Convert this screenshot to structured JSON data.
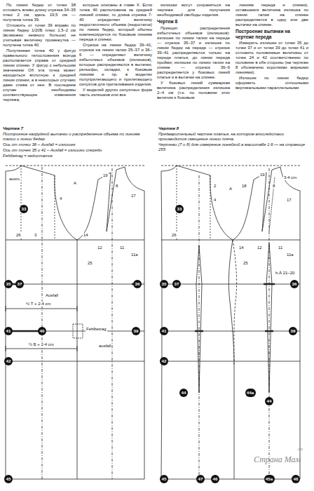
{
  "diagram": {
    "title": "Чертеж 7",
    "nodes": [
      {
        "text": [
          "33"
        ]
      },
      {
        "text": [
          "35"
        ]
      },
      {
        "text": [
          "37"
        ]
      },
      {
        "text": [
          "36"
        ]
      },
      {
        "text": [
          "41"
        ]
      },
      {
        "text": [
          "40"
        ]
      },
      {
        "text": [
          "39"
        ]
      },
      {
        "text": [
          "42"
        ]
      },
      {
        "text": [
          "45"
        ]
      },
      {
        "text": [
          "33"
        ]
      },
      {
        "text": [
          "35"
        ]
      },
      {
        "text": [
          "37"
        ]
      },
      {
        "text": [
          "36"
        ]
      },
      {
        "text": [
          "41"
        ]
      },
      {
        "text": [
          "39"
        ]
      },
      {
        "text": [
          "42"
        ]
      },
      {
        "text": [
          "44"
        ]
      },
      {
        "text": [
          "44a"
        ]
      },
      {
        "text": [
          "44"
        ]
      },
      {
        "text": [
          "45"
        ]
      },
      {
        "text": [
          "47"
        ]
      },
      {
        "text": [
          "46"
        ]
      },
      {
        "text": [
          "45a"
        ]
      },
      {
        "text": [
          "48"
        ]
      }
    ],
    "labels": [
      "По линии бедер от точки 38 отложить влево длину отрезка 34–35 плюс 2 см, здесь 19,5 см — получена точка 39.",
      "Отложить от точки 39 вправо по линии бедер 1/20Б плюс 1,5–2 см (возможно немного больше) не учитывая величину промежутка — получена точка 40.",
      "Полученная точка 40 у фигур правильного телосложения всегда располагается справа от средней линии спинки. У фигур с небольшим значением Об эта точка может находиться вплотную к средней линии спинки, а в некоторых случаях даже слева от нее. В последнем случае необходимы соответствующие изменения чертежа,",
      "которые описаны в главе X. Если точка 40 расположена за средней линией спинки, то длина отрезка 7-40 определяет величину недостаточного объема (недостаток) по линии бедер, который обычно компенсируется по боковым линиям переда и спинки.",
      "Отрезок на линии бедер 39–41, отрезок на линии талии 35–37 и 36–6 — определяют величину избыточных объемов (излишков), которые распределяются в вытачки, рельефы, складки, к боковым линиям и пр. в моделях полуприлегающего и прилегающего силуэтов для приталивания изделия.",
      "У моделей других силуэтных форм часть излишков или все",
      "излишки могут сохраняться на чертеже для получения необходимой свободы изделия.",
      "Чертеж 8",
      "Принцип распределения избыточных объемов (излишков): излишек по линии талии на переде — отрезок 35–37 и излишек по линии бедер на переде — отрезок 39–41 распределяются только на переде платья, до линии переда пройми; излишек по линии талии на спинке — отрезок 36–6 распределяется у боковых линий платья и в вытачки на спинке.",
      "У боковых линий суммарная величина распределения излишка 2–4 см (т.е. по половине этих величин к боковым",
      "линиям переда и спинки), оставшаяся величина излишка по линии талии на спинке распределяется в одну или две вытачки на спинке.",
      "Построение вытачки на чертеже переда",
      "Измерить излишки от точки 35 до точки 37 и от точки 39 до точки 41 и отложить половинные величины от точек 24 и 42 соответственно по половине в обе стороны (на чертеже 8 обозначено короткими жирными линиями).",
      "Излишек по линии бедер оформить сплошными вертикальными параллельными",
      "Построение нагрудной вытачки и распределение объема по линиям талии и линии бедер.",
      "Ось от точки 36 – Ausfall = излишек",
      "Ось от точек 35 и 41 – Ausfall = излишки спереди",
      "Fehlbetrag = недостаток",
      "Чертеж 8",
      "Предварительный чертеж платья, на котором впоследствии производится смещение линии плеча.",
      "Чертежи (7 и 8) для измерения линейкой в масштабе 1:6 — на странице 255.",
      "Страна Мам",
      ".ru",
      "ausm.",
      "19",
      "A",
      "17",
      "8",
      "4",
      "26",
      "3",
      "14",
      "12",
      "11",
      "11a",
      "25",
      "½ Т + 2-4 cm",
      "Ausfall",
      "½ Б + 2-4 cm",
      "Fehlbetrag",
      "ausfall",
      "19",
      "18",
      "2",
      "3-4 cm",
      "A",
      "17",
      "8",
      "4",
      "26",
      "14",
      "12",
      "11",
      "11a",
      "25",
      "h.Ä 21–20"
    ]
  }
}
